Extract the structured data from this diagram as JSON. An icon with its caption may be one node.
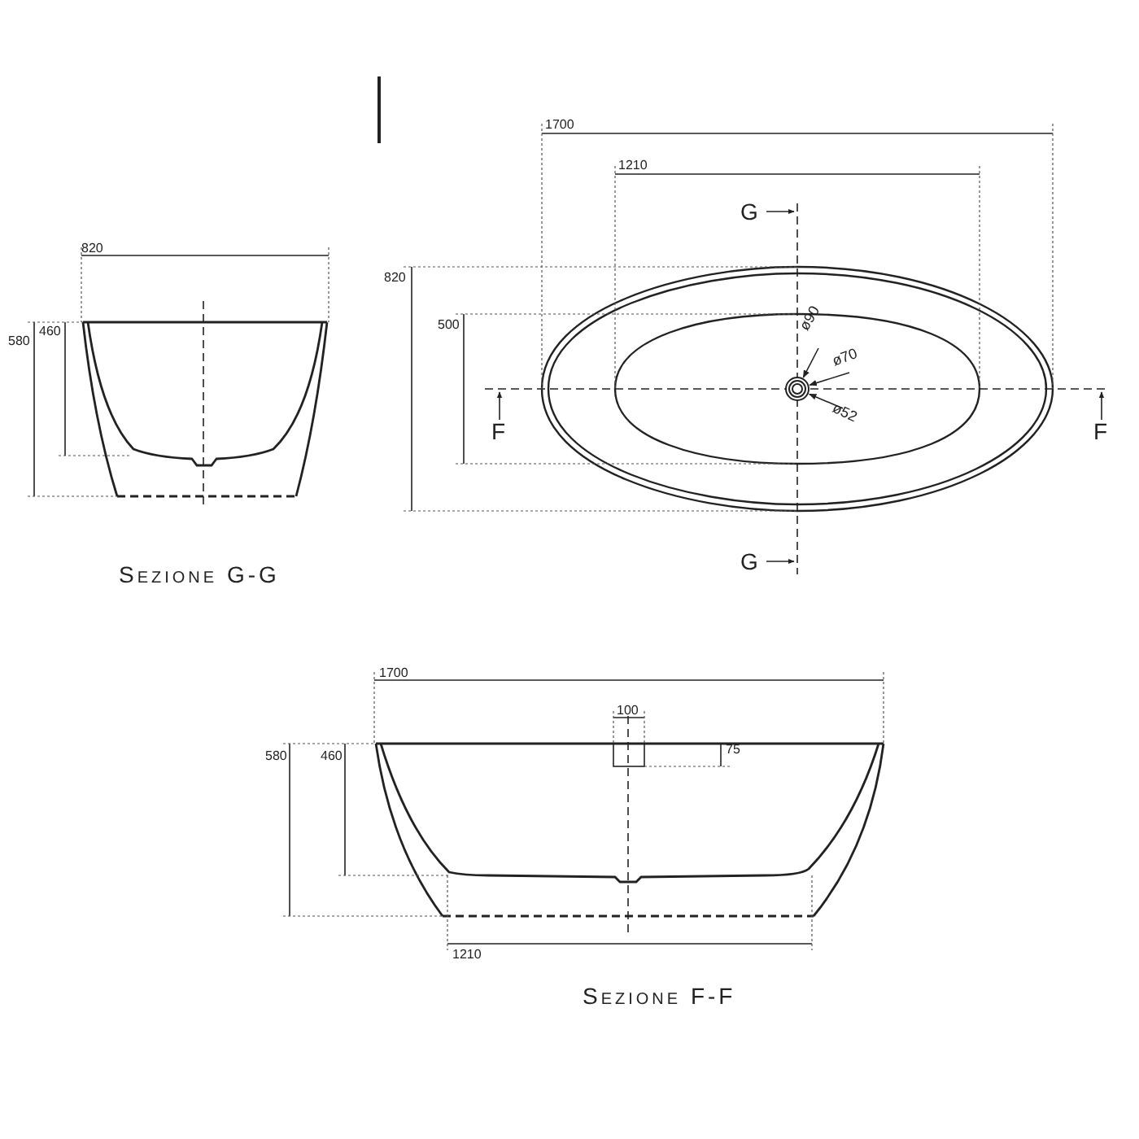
{
  "diagram": {
    "nodes": [
      {
        "text": [],
        "shape": "circle"
      },
      {
        "text": [
          "ø90"
        ]
      },
      {
        "text": [
          "ø70"
        ]
      },
      {
        "text": [
          "ø52"
        ]
      }
    ],
    "edges": [
      {
        "from": 1,
        "to": 0,
        "arrow": "to"
      },
      {
        "from": 2,
        "to": 0,
        "arrow": "to"
      },
      {
        "from": 3,
        "to": 0,
        "arrow": "to"
      }
    ],
    "labels": [
      "1700",
      "1210",
      "G",
      "820",
      "820",
      "460",
      "580",
      "500",
      "F",
      "F",
      "G",
      "Sezione G-G",
      "1700",
      "100",
      "580",
      "460",
      "75",
      "1210",
      "Sezione F-F"
    ]
  }
}
